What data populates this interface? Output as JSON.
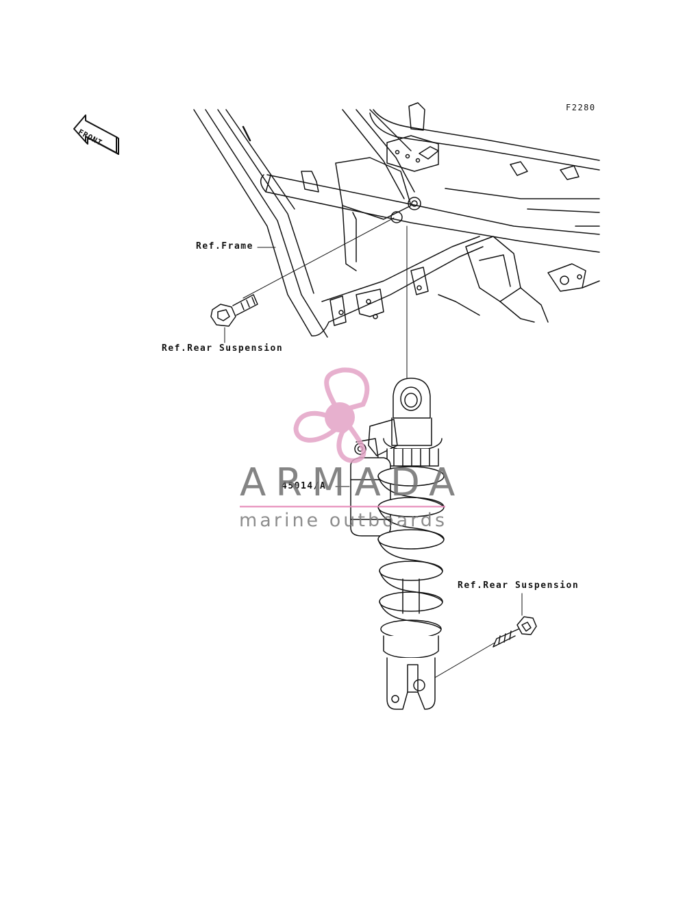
{
  "diagram": {
    "figure_code": "F2280",
    "front_arrow_label": "FRONT",
    "labels": {
      "ref_frame": "Ref.Frame",
      "ref_rear_suspension_upper": "Ref.Rear Suspension",
      "ref_rear_suspension_lower": "Ref.Rear Suspension",
      "part_number": "45014/A"
    }
  },
  "watermark": {
    "brand": "ARMADA",
    "tagline": "marine outboards",
    "colors": {
      "propeller": "#e3a3c6",
      "rule": "#e58bb9",
      "text": "#6f6f6f"
    }
  }
}
